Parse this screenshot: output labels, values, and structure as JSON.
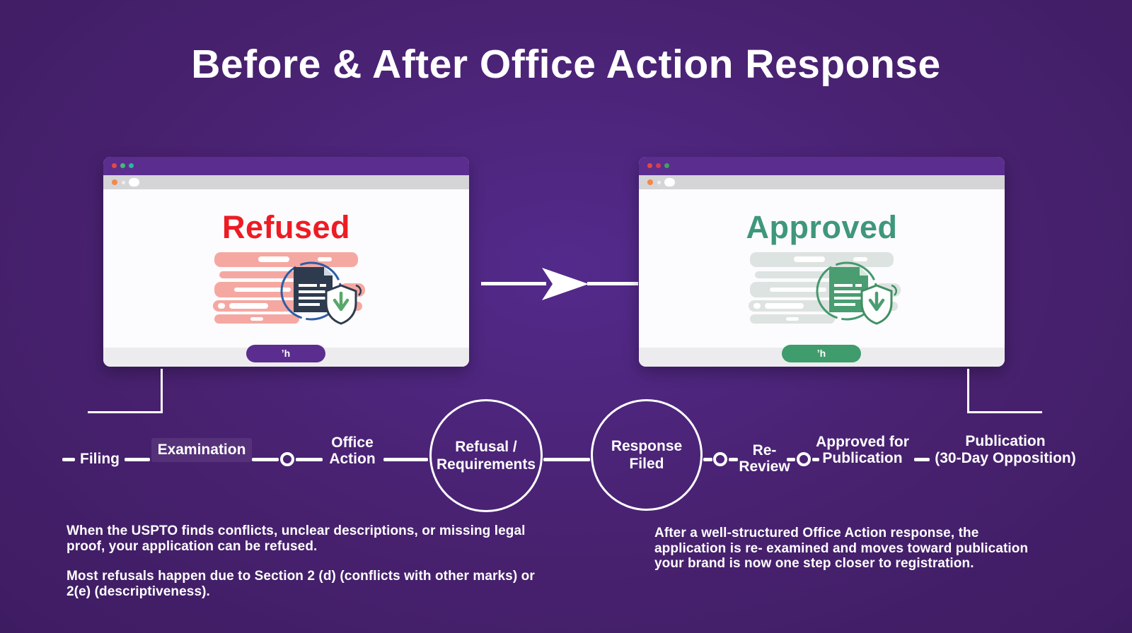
{
  "title": "Before & After Office Action Response",
  "colors": {
    "background": "#48216f",
    "window_titlebar": "#5b2d8f",
    "refused_red": "#ed1c24",
    "approved_green": "#3f977a",
    "before_pill": "#5b2d8f",
    "after_pill": "#3f9c6c",
    "before_skeleton": "#f5a8a2",
    "after_skeleton": "#dde3e0",
    "timeline_line": "#ffffff"
  },
  "windows": {
    "before": {
      "status": "Refused",
      "status_color": "#ed1c24",
      "logo_glyph": "ʼh"
    },
    "after": {
      "status": "Approved",
      "status_color": "#3f977a",
      "logo_glyph": "ʼh"
    }
  },
  "timeline": {
    "filing": "Filing",
    "examination": "Examination",
    "office_action": {
      "l1": "Office",
      "l2": "Action"
    },
    "refusal": {
      "l1": "Refusal /",
      "l2": "Requirements"
    },
    "response": {
      "l1": "Response",
      "l2": "Filed"
    },
    "re_review": {
      "l1": "Re-",
      "l2": "Review"
    },
    "approved_publication": {
      "l1": "Approved for",
      "l2": "Publication"
    },
    "publication": {
      "l1": "Publication",
      "l2": "(30-Day Opposition)"
    }
  },
  "notes": {
    "left_p1": "When the USPTO finds conflicts, unclear descriptions, or missing legal proof, your application can be refused.",
    "left_p2": "Most refusals happen due to Section 2 (d) (conflicts with other marks) or 2(e) (descriptiveness).",
    "right_p1": "After a well-structured Office Action response, the application is re- examined and moves toward publication  your brand is now one step closer to registration."
  }
}
